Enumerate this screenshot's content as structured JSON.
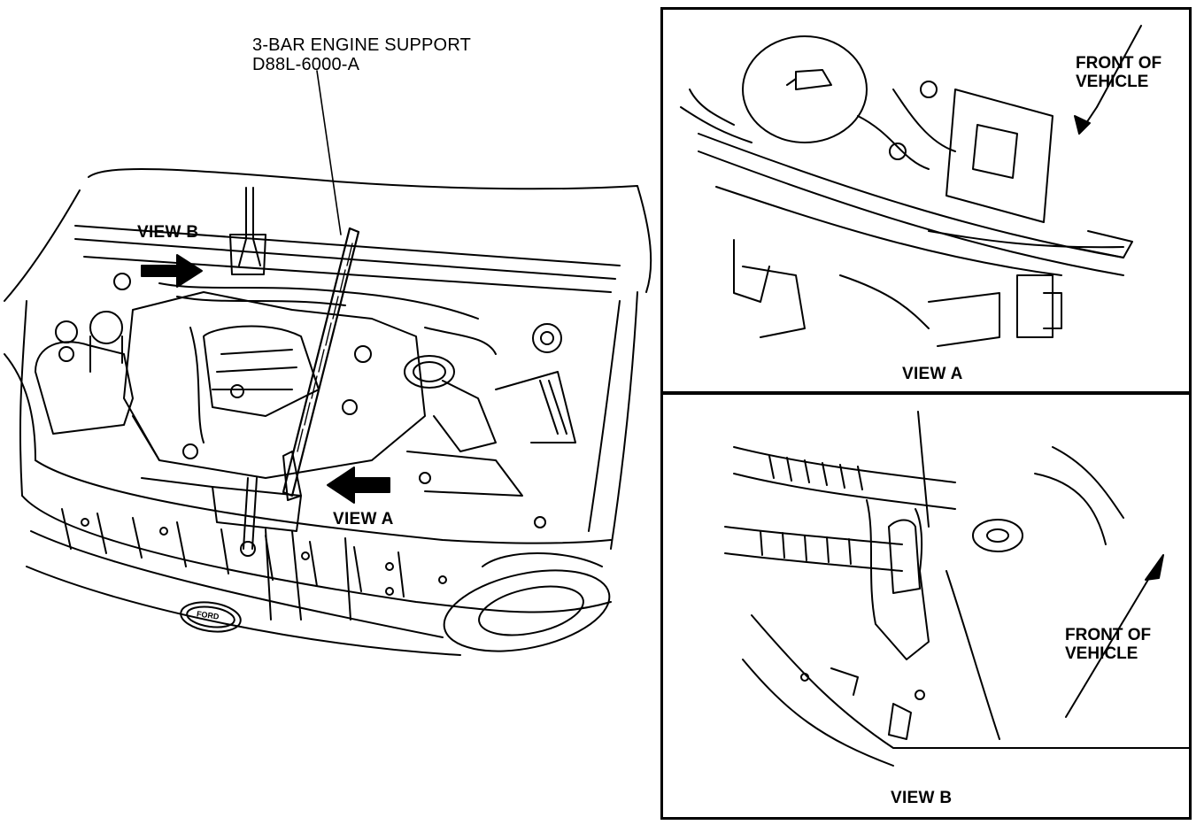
{
  "callout": {
    "line1": "3-BAR ENGINE SUPPORT",
    "line2": "D88L-6000-A"
  },
  "main_view": {
    "view_b_label": "VIEW B",
    "view_a_label": "VIEW A",
    "emblem_text": "FORD"
  },
  "inset_a": {
    "front_line1": "FRONT OF",
    "front_line2": "VEHICLE",
    "caption": "VIEW A"
  },
  "inset_b": {
    "front_line1": "FRONT OF",
    "front_line2": "VEHICLE",
    "caption": "VIEW B"
  }
}
